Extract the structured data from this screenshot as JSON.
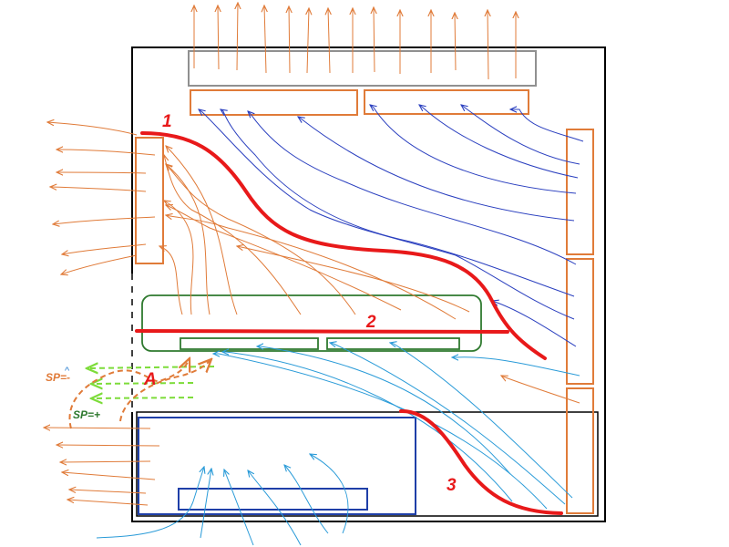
{
  "labels": {
    "curve_1": "1",
    "curve_2": "2",
    "curve_3": "3",
    "point_a": "A",
    "sp_negative": "SP=-",
    "sp_positive": "SP=+",
    "caret": "^"
  },
  "colors": {
    "background": "#ffffff",
    "room_wall": "#000000",
    "exhaust_flow": "#e07b39",
    "supply_flow_dark": "#2a3fbf",
    "supply_flow_light": "#2a9bd8",
    "transfer_flow": "#7ddc3a",
    "curve_red": "#e8191a",
    "hood_gray": "#909090",
    "green_unit": "#2f7a2f",
    "blue_unit": "#1f3fa8",
    "label_red": "#e8191a",
    "label_orange": "#e07b39",
    "label_green": "#2f7a2f",
    "label_blue": "#2a7fd0"
  }
}
